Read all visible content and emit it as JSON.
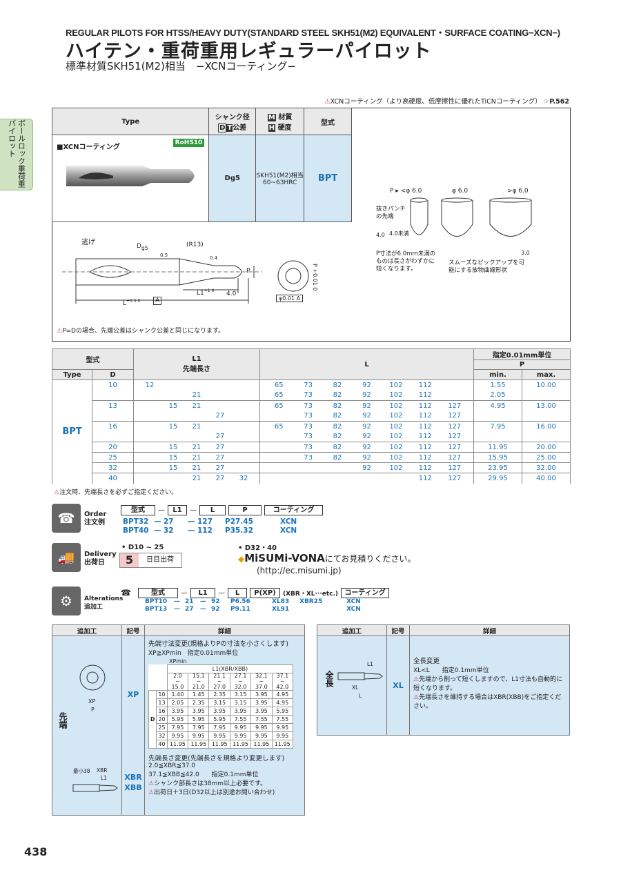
{
  "header": {
    "en": "REGULAR PILOTS FOR HTSS/HEAVY DUTY(STANDARD STEEL SKH51(M2) EQUIVALENT・SURFACE COATING−XCN−)",
    "jp": "ハイテン・重荷重用レギュラーパイロット",
    "sub": "標準材質SKH51(M2)相当　−XCNコーティング−"
  },
  "side_tab": "ボールロック重荷重パイロット",
  "top_note": "XCNコーティング（より高硬度、低摩擦性に優れたTiCNコーティング）",
  "top_note_ref": "P.562",
  "spec": {
    "h_type": "Type",
    "h_shank1": "シャンク径",
    "h_shank2": "公差",
    "h_mat1": "材質",
    "h_mat2": "硬度",
    "h_mat_icon1": "M",
    "h_mat_icon2": "H",
    "h_d_icon1": "D",
    "h_d_icon2": "T",
    "h_form": "型式",
    "type_name": "■XCNコーティング",
    "rohs": "RoHS10",
    "tol": "Dg5",
    "material": "SKH51(M2)相当",
    "hardness": "60~63HRC",
    "form": "BPT"
  },
  "diagram": {
    "nige": "逃げ",
    "r13": "(R13)",
    "d_label": "D",
    "g5": "g5",
    "a": "A",
    "l1": "L1",
    "l": "L",
    "tol_l": "+0.3 0",
    "tol_l1": "+1 0",
    "dim40": "4.0",
    "p": "P",
    "ptol": "+0.01 0",
    "runout": "φ0.01 A",
    "v05": "0.5",
    "v04": "0.4",
    "p_lt": "P ▸ <φ 6.0",
    "p_eq": "φ 6.0",
    "p_gt": ">φ 6.0",
    "punch_tip": "抜きパンチの先端",
    "d4": "4.0",
    "d4u": "4.0未満",
    "d3": "3.0",
    "note_small": "P寸法が6.0mm未満のものは長さがわずかに短くなります。",
    "note_smooth": "スムーズなピックアップを可能にする放物曲線形状",
    "footnote": "P=Dの場合、先端公差はシャンク公差と同じになります。"
  },
  "dim_table": {
    "h_form": "型式",
    "h_type": "Type",
    "h_d": "D",
    "h_l1a": "L1",
    "h_l1b": "先端長さ",
    "h_l": "L",
    "h_unit": "指定0.01mm単位",
    "h_p": "P",
    "h_min": "min.",
    "h_max": "max.",
    "type": "BPT",
    "rows": [
      {
        "d": "10",
        "l1": [
          "12",
          "",
          "",
          "",
          ""
        ],
        "l": [
          "65",
          "73",
          "82",
          "92",
          "102",
          "112",
          ""
        ],
        "min": "1.55",
        "max": "10.00",
        "first": true
      },
      {
        "d": "",
        "l1": [
          "",
          "",
          "21",
          "",
          ""
        ],
        "l": [
          "65",
          "73",
          "82",
          "92",
          "102",
          "112",
          ""
        ],
        "min": "2.05",
        "max": ""
      },
      {
        "d": "13",
        "l1": [
          "",
          "15",
          "21",
          "",
          ""
        ],
        "l": [
          "65",
          "73",
          "82",
          "92",
          "102",
          "112",
          "127"
        ],
        "min": "4.95",
        "max": "13.00",
        "first": true
      },
      {
        "d": "",
        "l1": [
          "",
          "",
          "",
          "27",
          ""
        ],
        "l": [
          "",
          "73",
          "82",
          "92",
          "102",
          "112",
          "127"
        ],
        "min": "",
        "max": ""
      },
      {
        "d": "16",
        "l1": [
          "",
          "15",
          "21",
          "",
          ""
        ],
        "l": [
          "65",
          "73",
          "82",
          "92",
          "102",
          "112",
          "127"
        ],
        "min": "7.95",
        "max": "16.00",
        "first": true
      },
      {
        "d": "",
        "l1": [
          "",
          "",
          "",
          "27",
          ""
        ],
        "l": [
          "",
          "73",
          "82",
          "92",
          "102",
          "112",
          "127"
        ],
        "min": "",
        "max": ""
      },
      {
        "d": "20",
        "l1": [
          "",
          "15",
          "21",
          "27",
          ""
        ],
        "l": [
          "",
          "73",
          "82",
          "92",
          "102",
          "112",
          "127"
        ],
        "min": "11.95",
        "max": "20.00",
        "first": true
      },
      {
        "d": "25",
        "l1": [
          "",
          "15",
          "21",
          "27",
          ""
        ],
        "l": [
          "",
          "73",
          "82",
          "92",
          "102",
          "112",
          "127"
        ],
        "min": "15.95",
        "max": "25.00",
        "first": true
      },
      {
        "d": "32",
        "l1": [
          "",
          "15",
          "21",
          "27",
          ""
        ],
        "l": [
          "",
          "",
          "",
          "92",
          "102",
          "112",
          "127"
        ],
        "min": "23.95",
        "max": "32.00",
        "first": true
      },
      {
        "d": "40",
        "l1": [
          "",
          "",
          "21",
          "27",
          "32"
        ],
        "l": [
          "",
          "",
          "",
          "",
          "",
          "112",
          "127"
        ],
        "min": "29.95",
        "max": "40.00",
        "first": true
      }
    ],
    "note": "注文時、先端長さを必ずご指定ください。"
  },
  "order": {
    "label_en": "Order",
    "label_jp": "注文例",
    "h": [
      "型式",
      "L1",
      "L",
      "P",
      "コーティング"
    ],
    "rows": [
      [
        "BPT32",
        "27",
        "127",
        "P27.45",
        "XCN"
      ],
      [
        "BPT40",
        "32",
        "112",
        "P35.32",
        "XCN"
      ]
    ],
    "dash": "—"
  },
  "delivery": {
    "label_en": "Delivery",
    "label_jp": "出荷日",
    "range1": "• D10 ~ 25",
    "days": "5",
    "days_label": "日目出荷",
    "range2": "• D32・40",
    "vona": "MiSUMi-VONA",
    "vona_suffix": "にてお見積りください。",
    "url": "(http://ec.misumi.jp)"
  },
  "alter": {
    "label_en": "Alterations",
    "label_jp": "追加工",
    "h": [
      "型式",
      "L1",
      "L",
      "P(XP)",
      "(XBR・XL···etc.)",
      "コーティング"
    ],
    "rows": [
      [
        "BPT10",
        "21",
        "92",
        "P6.56",
        "XL83",
        "XBR25",
        "XCN"
      ],
      [
        "BPT13",
        "27",
        "92",
        "P9.11",
        "XL91",
        "",
        "XCN"
      ]
    ]
  },
  "add_left": {
    "h": [
      "追加工",
      "記号",
      "詳細"
    ],
    "group": "先端",
    "xp_code": "XP",
    "xp_title": "先端寸法変更(規格よりPの寸法を小さくします)",
    "xp_cond": "XP≧XPmin　指定0.01mm単位",
    "xpmin": "XPmin",
    "l1x": "L1(XBR/XBB)",
    "ranges_a": [
      "2.0",
      "15.1",
      "21.1",
      "27.1",
      "32.1",
      "37.1"
    ],
    "ranges_b": [
      "15.0",
      "21.0",
      "27.0",
      "32.0",
      "37.0",
      "42.0"
    ],
    "tilde": "~",
    "d": "D",
    "mrows": [
      [
        "10",
        "1.40",
        "1.45",
        "2.35",
        "3.15",
        "3.95",
        "4.95"
      ],
      [
        "13",
        "2.05",
        "2.35",
        "3.15",
        "3.15",
        "3.95",
        "4.95"
      ],
      [
        "16",
        "3.95",
        "3.95",
        "3.95",
        "3.95",
        "3.95",
        "5.95"
      ],
      [
        "20",
        "5.95",
        "5.95",
        "5.95",
        "7.55",
        "7.55",
        "7.55"
      ],
      [
        "25",
        "7.95",
        "7.95",
        "7.95",
        "9.95",
        "9.95",
        "9.95"
      ],
      [
        "32",
        "9.95",
        "9.95",
        "9.95",
        "9.95",
        "9.95",
        "9.95"
      ],
      [
        "40",
        "11.95",
        "11.95",
        "11.95",
        "11.95",
        "11.95",
        "11.95"
      ]
    ],
    "xbr_code1": "XBR",
    "xbr_code2": "XBB",
    "xbr_title": "先端長さ変更(先端長さを規格より変更します)",
    "xbr_c1": "2.0≦XBR≦37.0",
    "xbr_c2": "37.1≦XBB≦42.0　　指定0.1mm単位",
    "xbr_n1": "シャンク部長さは38mm以上必要です。",
    "xbr_n2": "出荷日＋3日(D32以上は別途お問い合わせ)",
    "min38": "最小38",
    "xbr_lbl": "XBR",
    "l1_lbl": "L1",
    "xp_lbl": "XP",
    "p_lbl": "P"
  },
  "add_right": {
    "h": [
      "追加工",
      "記号",
      "詳細"
    ],
    "group": "全長",
    "code": "XL",
    "title": "全長変更",
    "c1": "XL<L　　指定0.1mm単位",
    "n1": "先端から削って短くしますので、L1寸法も自動的に短くなります。",
    "n2": "先端長さを維持する場合はXBR(XBB)をご指定ください。",
    "l1_lbl": "L1",
    "xl_lbl": "XL",
    "l_lbl": "L"
  },
  "page_number": "438"
}
